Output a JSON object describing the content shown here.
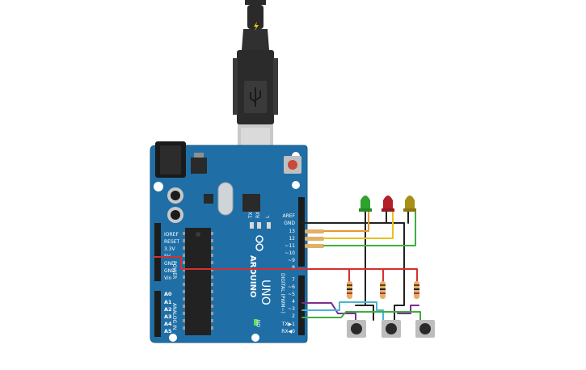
{
  "usb_icon": "lightning-bolt-icon",
  "board": {
    "brand_line1": "ARDUINO",
    "brand_line2": "UNO",
    "power_header_title": "POWER",
    "analog_header_title": "ANALOG IN",
    "digital_header_title": "DIGITAL (PWM~)",
    "on_label": "ON",
    "tx_label": "TX",
    "rx_label": "RX",
    "l_label": "L",
    "digital_pins": [
      "AREF",
      "GND",
      "13",
      "12",
      "~11",
      "~10",
      "~9",
      "8",
      "7",
      "~6",
      "~5",
      "4",
      "~3",
      "2",
      "TX▶1",
      "RX◀0"
    ],
    "power_pins": [
      "IOREF",
      "RESET",
      "3.3V",
      "5V",
      "GND",
      "GND",
      "Vin"
    ],
    "analog_pins": [
      "A0",
      "A1",
      "A2",
      "A3",
      "A4",
      "A5"
    ]
  },
  "colors": {
    "board": "#1f6fa6",
    "board_edge": "#165a88",
    "wire_red": "#d62f2f",
    "wire_black": "#222222",
    "wire_green": "#3fae3f",
    "wire_yellow": "#e8c21a",
    "wire_orange": "#e8962a",
    "wire_purple": "#7a2e8e",
    "wire_cyan": "#4ab4d6",
    "led_green": "#2ea32e",
    "led_red": "#b3202a",
    "led_yellow": "#a88f16"
  }
}
